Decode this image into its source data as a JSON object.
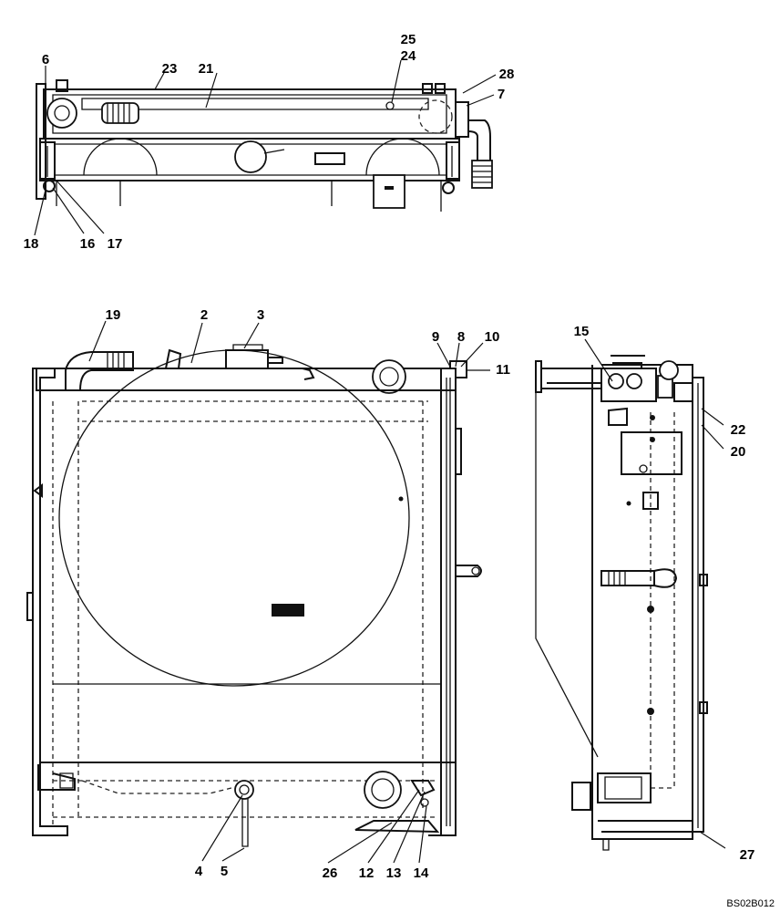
{
  "callouts": {
    "c1": "2",
    "c2": "3",
    "c3": "4",
    "c4": "5",
    "c5": "6",
    "c6": "7",
    "c7": "8",
    "c8": "9",
    "c9": "10",
    "c10": "11",
    "c11": "12",
    "c12": "13",
    "c13": "14",
    "c14": "15",
    "c15": "16",
    "c16": "17",
    "c17": "18",
    "c18": "19",
    "c19": "20",
    "c20": "21",
    "c21": "22",
    "c22": "23",
    "c23": "24",
    "c24": "25",
    "c25": "26",
    "c26": "27",
    "c27": "28"
  },
  "figure_code": "BS02B012"
}
